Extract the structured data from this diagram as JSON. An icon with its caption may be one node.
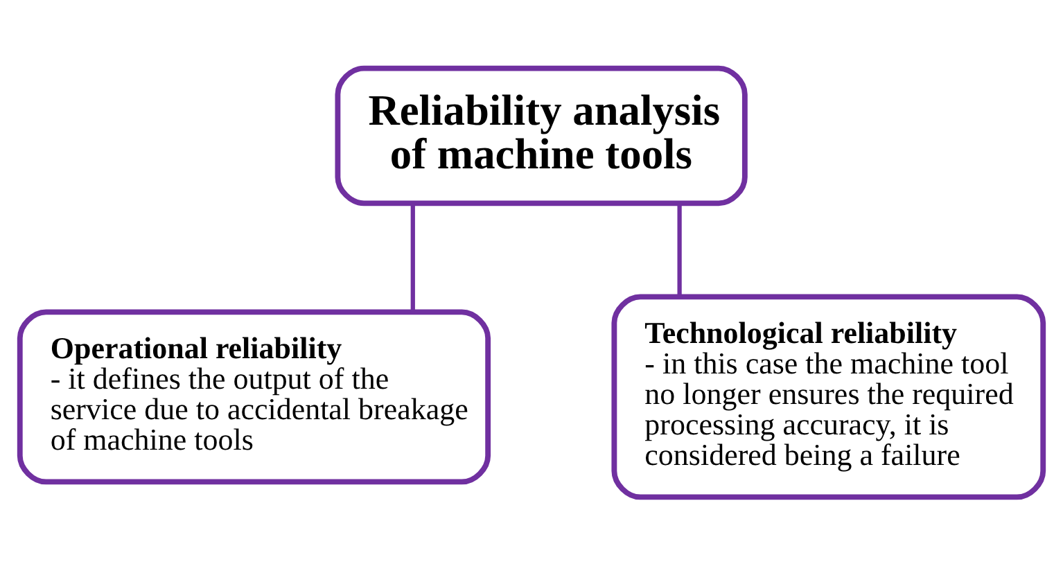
{
  "diagram": {
    "nodes": [
      {
        "text": [
          "Reliability analysis of machine tools"
        ]
      },
      {
        "text": [
          "**Operational reliability** - it defines the output of the service due to accidental breakage of machine tools"
        ]
      },
      {
        "text": [
          "**Technological reliability** - in this case the machine tool no longer ensures the required processing accuracy, it is considered being a failure"
        ]
      }
    ],
    "edges": [
      {
        "from": 0,
        "to": 1,
        "arrow": "none"
      },
      {
        "from": 0,
        "to": 2,
        "arrow": "none"
      }
    ]
  }
}
